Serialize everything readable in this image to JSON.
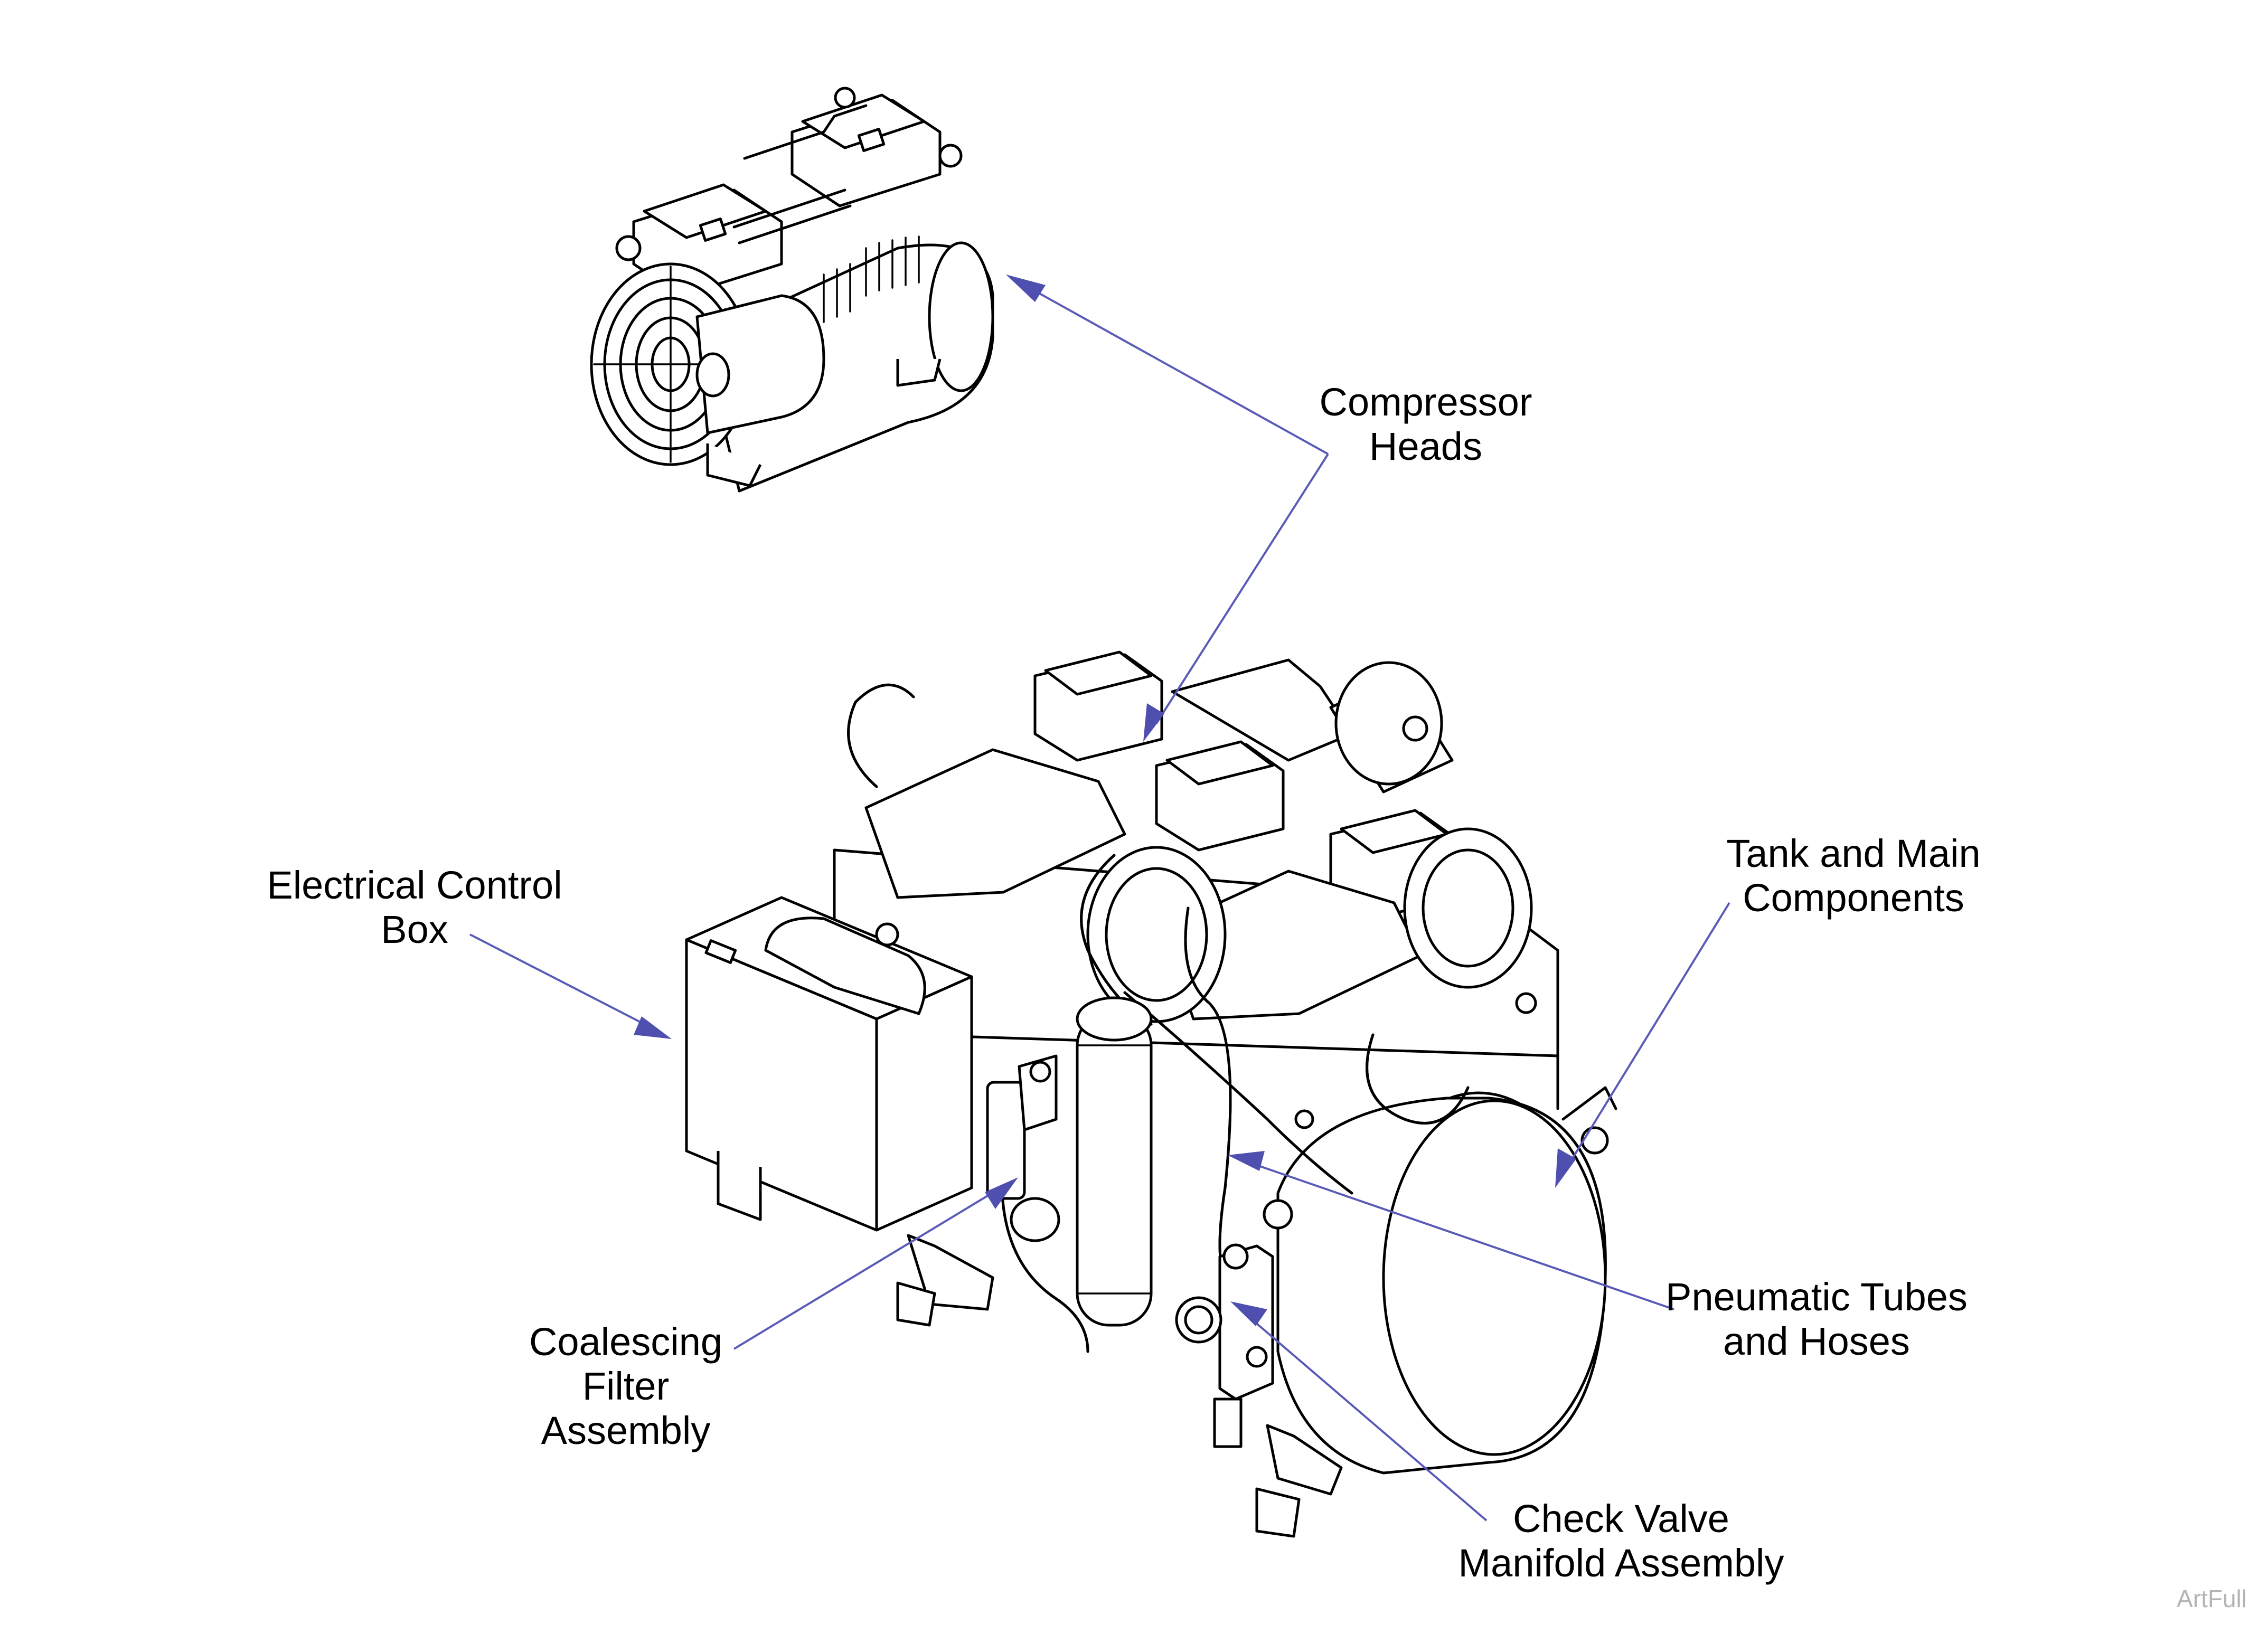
{
  "callouts": {
    "compressor_heads": [
      "Compressor",
      "Heads"
    ],
    "electrical_control_box": [
      "Electrical Control",
      "Box"
    ],
    "tank_and_main_components": [
      "Tank and Main",
      "Components"
    ],
    "pneumatic_tubes_and_hoses": [
      "Pneumatic Tubes",
      "and Hoses"
    ],
    "coalescing_filter_assembly": [
      "Coalescing",
      "Filter",
      "Assembly"
    ],
    "check_valve_manifold_assembly": [
      "Check Valve",
      "Manifold Assembly"
    ]
  },
  "watermark": "ArtFull",
  "colors": {
    "leader": "#5a5ab8",
    "linework": "#000000",
    "watermark": "#b4b4b4"
  }
}
